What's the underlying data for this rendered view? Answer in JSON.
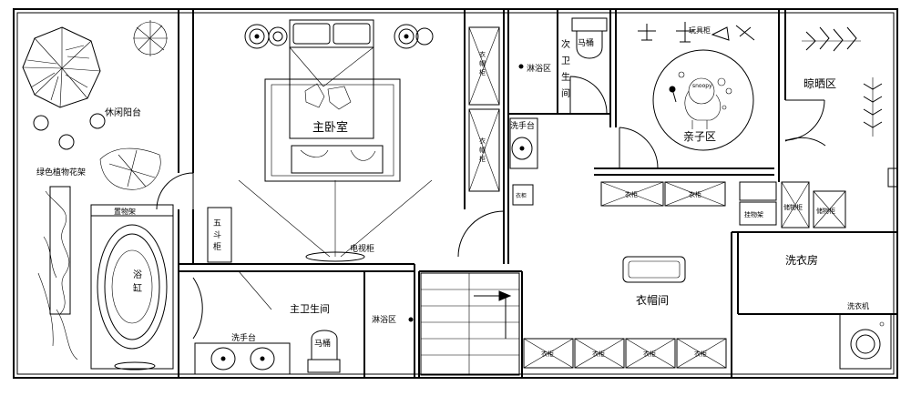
{
  "rooms": {
    "leisure_balcony": "休闲阳台",
    "master_bedroom": "主卧室",
    "secondary_bathroom": [
      "次",
      "卫",
      "生",
      "间"
    ],
    "parent_child_area": "亲子区",
    "drying_area": "晾晒区",
    "plant_rack": "绿色植物花架",
    "master_bathroom": "主卫生间",
    "walk_in_closet": "衣帽间",
    "laundry_room": "洗衣房"
  },
  "fixtures": {
    "shower_upper": "淋浴区",
    "shower_lower": "淋浴区",
    "toilet_upper": "马桶",
    "toilet_lower": "马桶",
    "washbasin_upper": "洗手台",
    "washbasin_lower": "洗手台",
    "tv_cabinet": "电视柜",
    "chest_of_drawers": [
      "五",
      "斗",
      "柜"
    ],
    "bathtub": [
      "浴",
      "缸"
    ],
    "toy_cabinet": "玩具柜",
    "washing_machine": "洗衣机",
    "wardrobe_short": "衣柜",
    "wardrobe_vertical": [
      "衣",
      "帽",
      "柜"
    ],
    "storage_cabinet": "储物柜",
    "clothes_rack": "挂物架"
  },
  "colors": {
    "line": "#000000",
    "background": "#ffffff"
  }
}
